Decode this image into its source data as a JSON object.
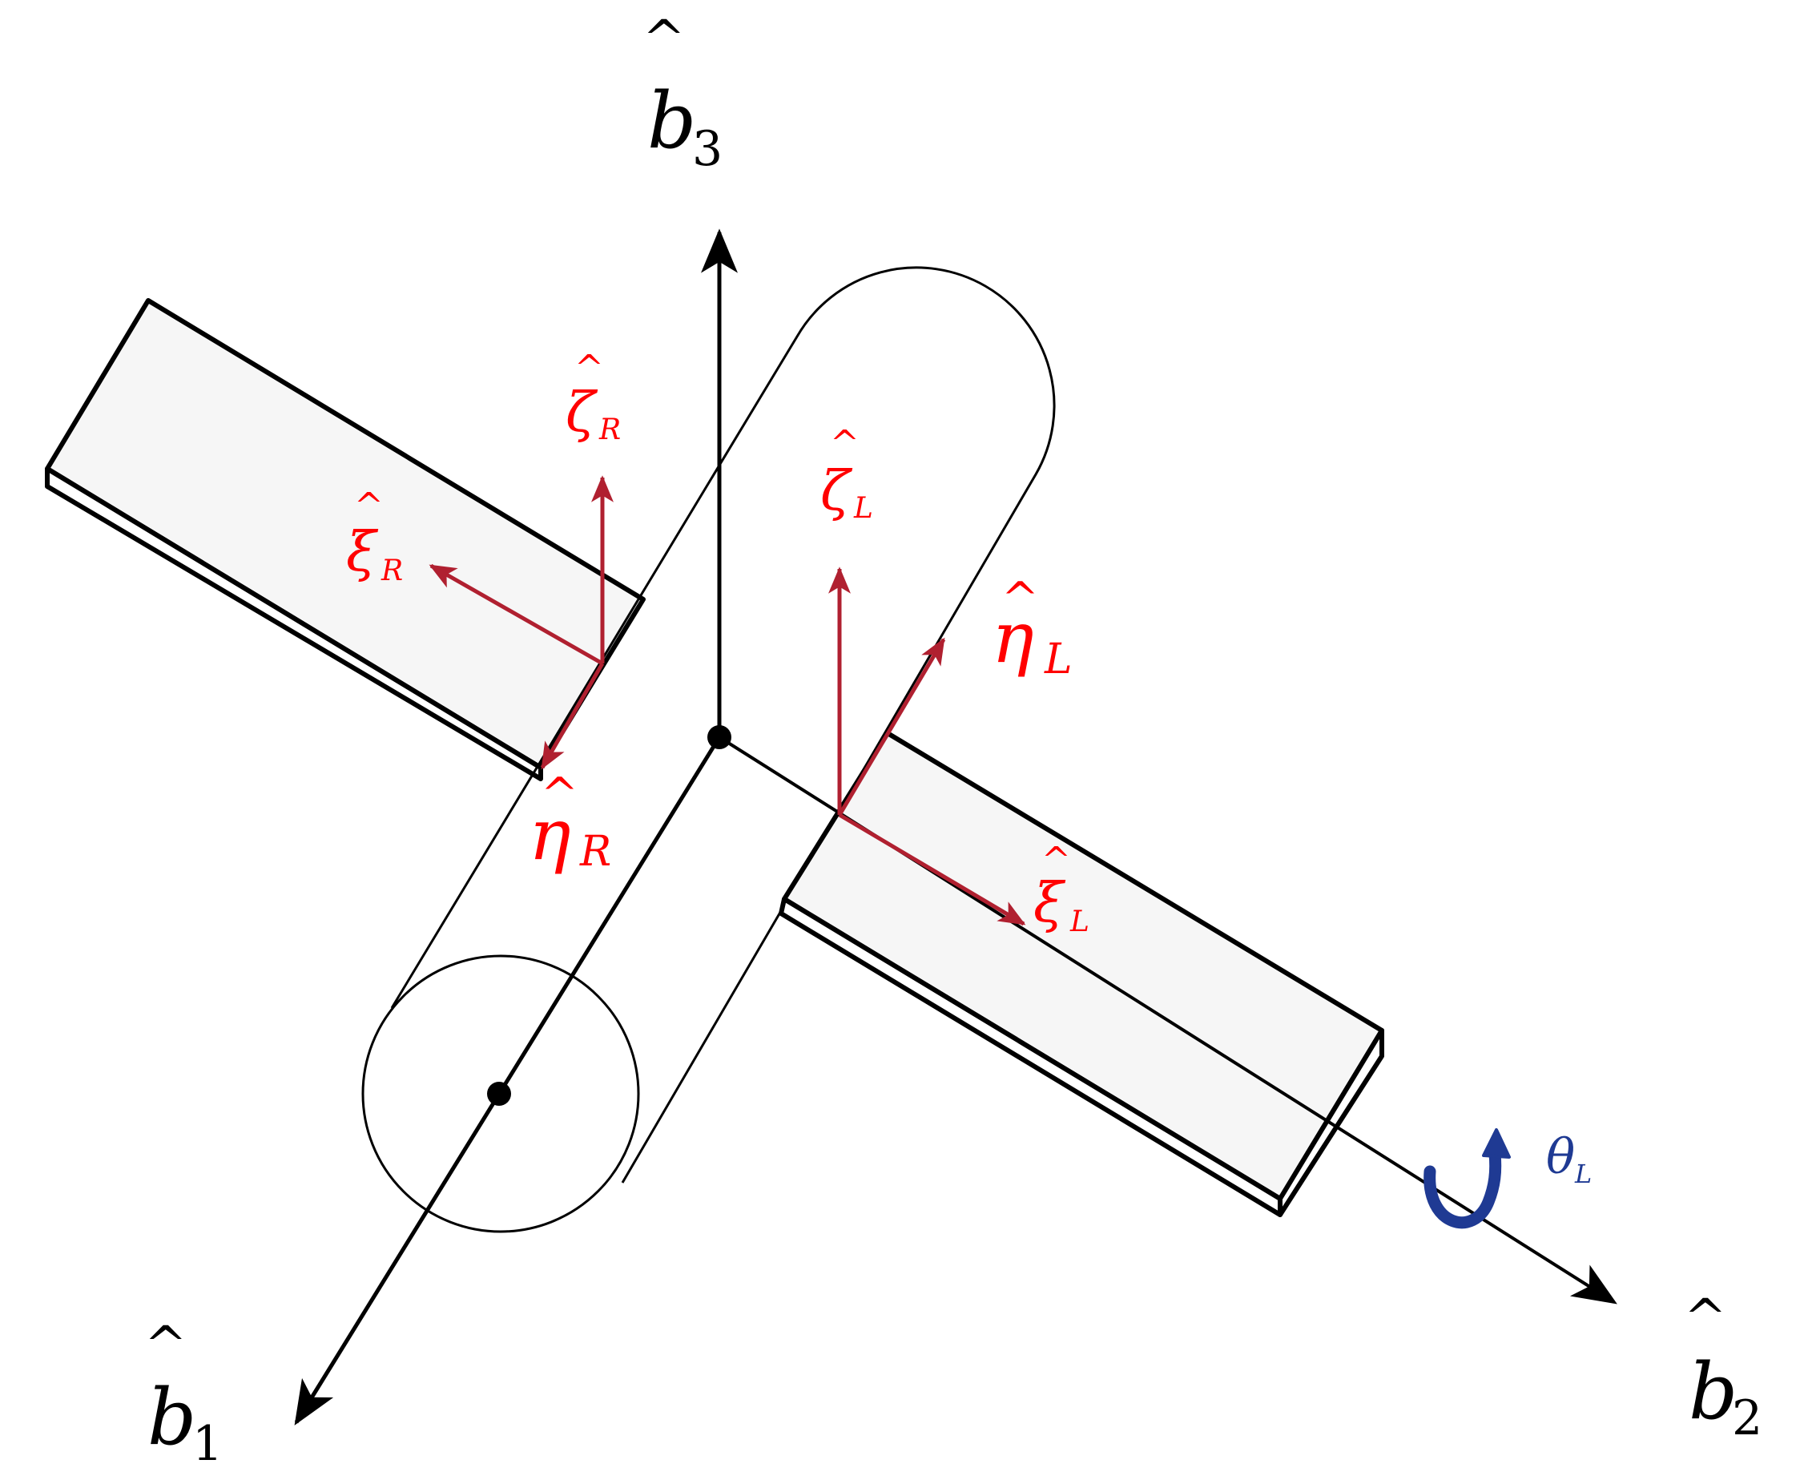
{
  "colors": {
    "body_axes": "#000000",
    "wing_frames": "#b02030",
    "wing_labels": "#ff0000",
    "rotation": "#1f3a93",
    "wing_fill": "#f6f6f6"
  },
  "axes": {
    "b1": {
      "symbol": "b",
      "sub": "1"
    },
    "b2": {
      "symbol": "b",
      "sub": "2"
    },
    "b3": {
      "symbol": "b",
      "sub": "3"
    }
  },
  "right_wing": {
    "zeta": {
      "symbol": "ζ",
      "sub": "R"
    },
    "xi": {
      "symbol": "ξ",
      "sub": "R"
    },
    "eta": {
      "symbol": "η",
      "sub": "R"
    }
  },
  "left_wing": {
    "zeta": {
      "symbol": "ζ",
      "sub": "L"
    },
    "xi": {
      "symbol": "ξ",
      "sub": "L"
    },
    "eta": {
      "symbol": "η",
      "sub": "L"
    }
  },
  "rotation": {
    "symbol": "θ",
    "sub": "L",
    "icon": "curved-rotation-arrow"
  },
  "hat_glyph": "^"
}
